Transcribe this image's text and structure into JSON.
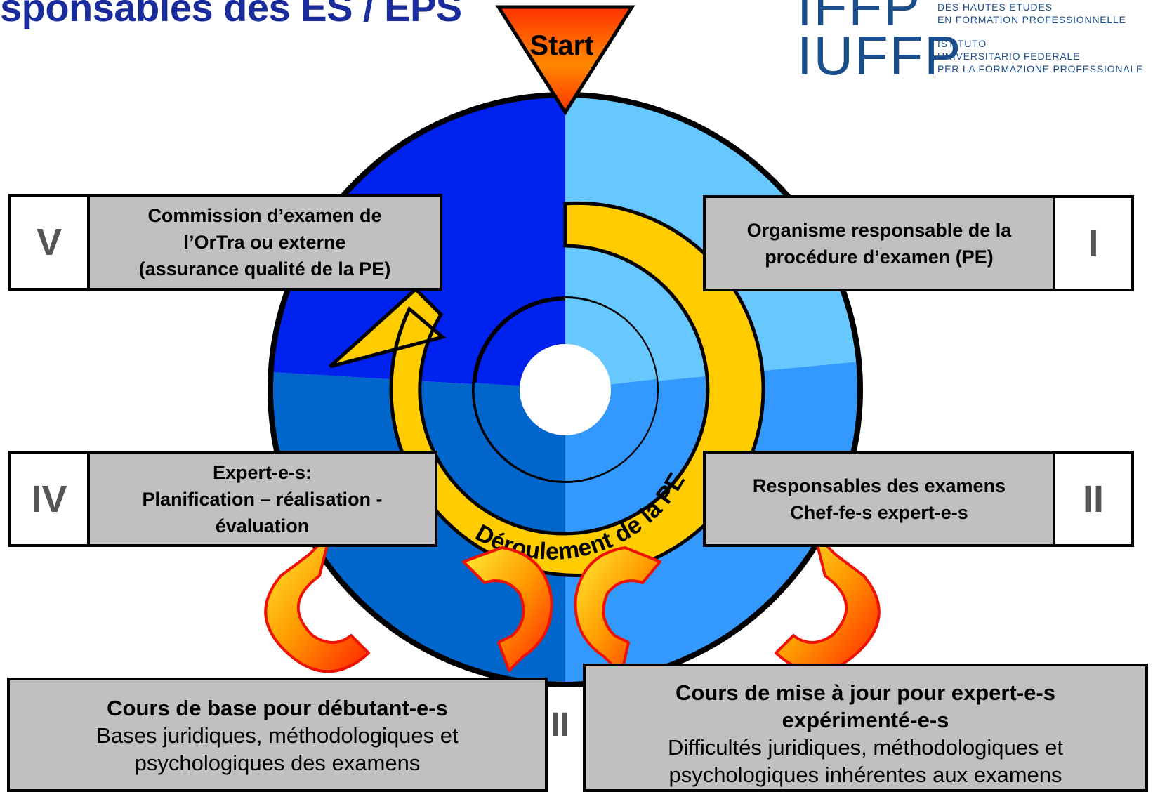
{
  "title": "sponsables des ES / EPS",
  "logo": {
    "big_top": "IFFP",
    "big_bottom": "IUFFP",
    "lines": [
      "DES HAUTES ETUDES",
      "EN FORMATION PROFESSIONNELLE",
      "ISTITUTO",
      "UNIVERSITARIO FEDERALE",
      "PER LA FORMAZIONE PROFESSIONALE"
    ]
  },
  "start_label": "Start",
  "cycle_label": "Déroulement de la PE",
  "colors": {
    "q1": "#66c8ff",
    "q2": "#3399ff",
    "q3": "#0066cc",
    "q4": "#0022ee",
    "arrow": "#ffcc00",
    "box": "#c0c0c0"
  },
  "boxes": [
    {
      "numeral": "V",
      "text": "Commission d’examen de\nl’OrTra ou externe\n(assurance qualité de la PE)"
    },
    {
      "numeral": "I",
      "text": "Organisme responsable de la\nprocédure d’examen (PE)"
    },
    {
      "numeral": "IV",
      "text": "Expert-e-s:\nPlanification – réalisation -\névaluation"
    },
    {
      "numeral": "II",
      "text": "Responsables des examens\nChef-fe-s expert-e-s"
    }
  ],
  "stray_numeral": "II",
  "courses": [
    {
      "title": "Cours de base pour débutant-e-s",
      "text": "Bases juridiques, méthodologiques et\npsychologiques des examens"
    },
    {
      "title": "Cours de mise à jour pour expert-e-s\nexpérimenté-e-s",
      "text": "Difficultés juridiques, méthodologiques et\npsychologiques inhérentes aux examens"
    }
  ]
}
